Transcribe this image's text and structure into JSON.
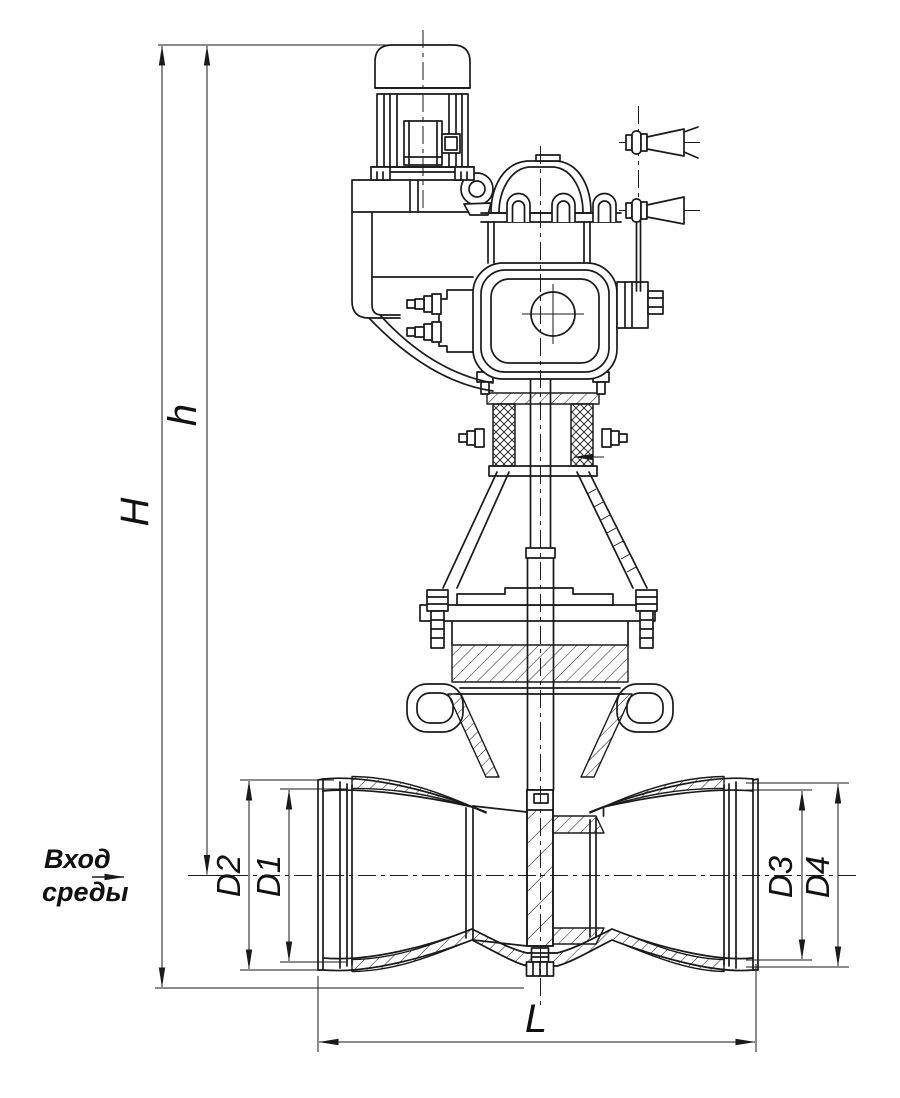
{
  "drawing": {
    "type": "valve-outline-drawing",
    "labels": {
      "H": "H",
      "h": "h",
      "D1": "D1",
      "D2": "D2",
      "D3": "D3",
      "D4": "D4",
      "L": "L"
    },
    "inlet_label": {
      "line1": "Вход",
      "line2": "среды"
    },
    "colors": {
      "line": "#1a1a1a",
      "background": "#ffffff"
    }
  }
}
